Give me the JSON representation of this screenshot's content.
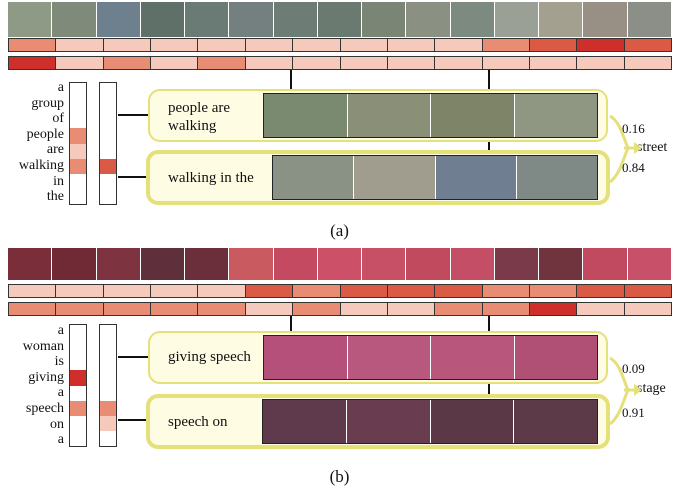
{
  "colors": {
    "box_border": "#e4e07a",
    "box_fill": "#fffce4",
    "heat_scale": [
      "#fdf2ef",
      "#f6c9bd",
      "#e88c73",
      "#db5a45",
      "#cf2f2a"
    ]
  },
  "panels": [
    {
      "id": "a",
      "caption": "(a)",
      "frame_colors": [
        "#8f9a86",
        "#7f8a7a",
        "#6e7f8e",
        "#5e7068",
        "#6a7a74",
        "#748080",
        "#6d7d76",
        "#6a7a70",
        "#7a8576",
        "#8a9182",
        "#7d8a80",
        "#9aa095",
        "#a3a08f",
        "#988f85",
        "#8c8f88"
      ],
      "heat_row1": [
        2,
        1,
        1,
        1,
        1,
        1,
        1,
        1,
        1,
        1,
        2,
        3,
        4,
        3
      ],
      "heat_row2": [
        4,
        1,
        2,
        1,
        2,
        1,
        1,
        1,
        1,
        1,
        1,
        1,
        1,
        1
      ],
      "words": [
        "a",
        "group",
        "of",
        "people",
        "are",
        "walking",
        "in",
        "the"
      ],
      "col1": [
        0,
        0,
        0,
        2,
        1,
        2,
        0,
        0
      ],
      "col2": [
        0,
        0,
        0,
        0,
        0,
        3,
        0,
        0
      ],
      "phrases": [
        {
          "text": "people are walking",
          "lines": [
            "people are",
            "walking"
          ],
          "prob": "0.16",
          "clip_colors": [
            "#7a8a70",
            "#8a9078",
            "#7e8468",
            "#8f9682"
          ]
        },
        {
          "text": "walking in the",
          "lines": [
            "walking in the"
          ],
          "prob": "0.84",
          "clip_colors": [
            "#8a9286",
            "#a09c8e",
            "#6f7e90",
            "#7f8a86"
          ]
        }
      ],
      "target": "street"
    },
    {
      "id": "b",
      "caption": "(b)",
      "frame_colors": [
        "#7a2e3a",
        "#6f2a36",
        "#7d3340",
        "#5f2f3c",
        "#6a2f3a",
        "#c85a60",
        "#c44a62",
        "#cc5068",
        "#c85066",
        "#c24a5e",
        "#c44e66",
        "#7a3a4a",
        "#70343f",
        "#c24a60",
        "#c85068"
      ],
      "heat_row1": [
        1,
        1,
        1,
        1,
        1,
        3,
        2,
        3,
        3,
        3,
        2,
        2,
        3,
        3
      ],
      "heat_row2": [
        2,
        2,
        2,
        2,
        2,
        1,
        2,
        1,
        1,
        2,
        2,
        4,
        1,
        1
      ],
      "words": [
        "a",
        "woman",
        "is",
        "giving",
        "a",
        "speech",
        "on",
        "a"
      ],
      "col1": [
        0,
        0,
        0,
        4,
        0,
        2,
        0,
        0
      ],
      "col2": [
        0,
        0,
        0,
        0,
        0,
        2,
        1,
        0
      ],
      "phrases": [
        {
          "text": "giving speech",
          "lines": [
            "giving speech"
          ],
          "prob": "0.09",
          "clip_colors": [
            "#b4507a",
            "#b8587e",
            "#b8567c",
            "#b05074"
          ]
        },
        {
          "text": "speech on",
          "lines": [
            "speech on"
          ],
          "prob": "0.91",
          "clip_colors": [
            "#5f3a4c",
            "#6a3c50",
            "#5a3846",
            "#5c3a48"
          ]
        }
      ],
      "target": "stage"
    }
  ]
}
